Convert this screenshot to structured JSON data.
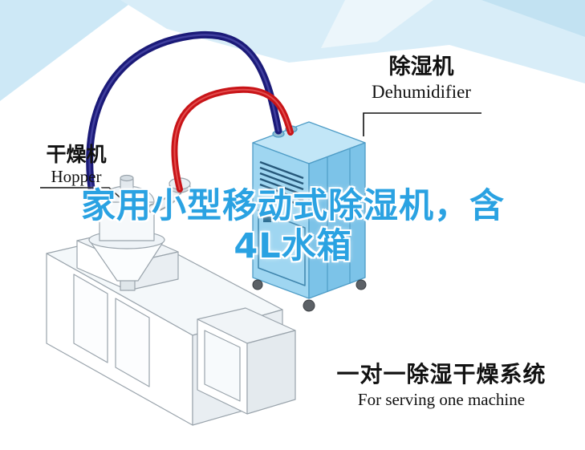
{
  "title": {
    "line1": "家用小型移动式除湿机，含",
    "line2": "4L水箱"
  },
  "labels": {
    "dehumidifier": {
      "zh": "除湿机",
      "en": "Dehumidifier"
    },
    "hopper": {
      "zh": "干燥机",
      "en": "Hopper"
    },
    "system": {
      "zh": "一对一除湿干燥系统",
      "en": "For serving one machine"
    }
  },
  "colors": {
    "title_blue": "#2aa2e2",
    "pipe_red": "#c81418",
    "pipe_navy": "#1b1a78",
    "dehumidifier_blue": "#9fd6f1",
    "sky_blue": "#d3eaf7",
    "label_black": "#111111"
  }
}
